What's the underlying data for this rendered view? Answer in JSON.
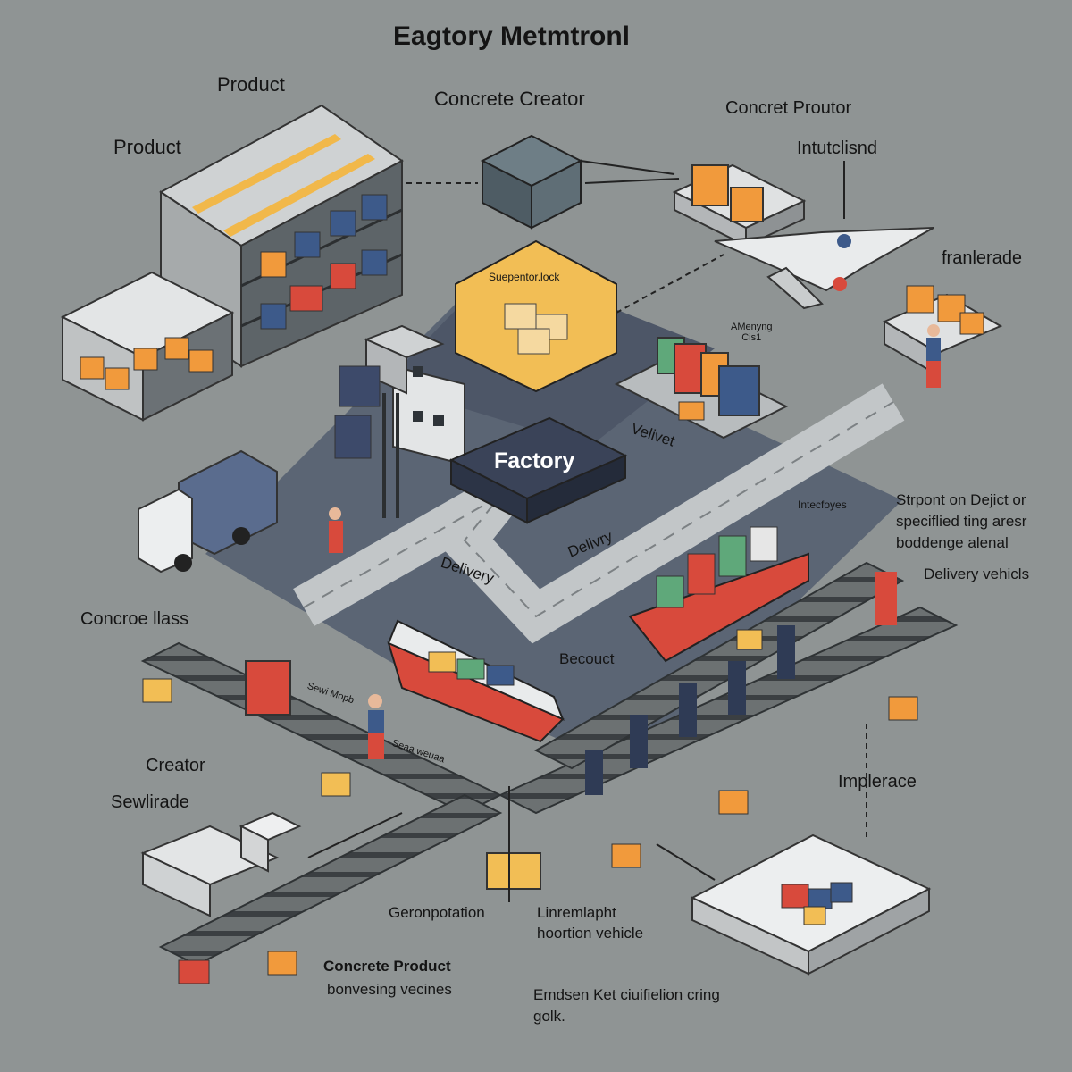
{
  "title": "Eagtory Metmtronl",
  "labels": {
    "product_top": "Product",
    "product_left": "Product",
    "concrete_creator": "Concrete Creator",
    "concret_proutor": "Concret Proutor",
    "intutclisnd": "Intutclisnd",
    "franlerade": "franlerade",
    "suepentor": "Suepentor.lock",
    "amenyng": "AMenyng\nCis1",
    "factory": "Factory",
    "velivet": "Velivet",
    "intecfoyes": "Intecfoyes",
    "strpont_line1": "Strpont on Dejict or",
    "strpont_line2": "speciflied ting aresr",
    "strpont_line3": "boddenge alenal",
    "delivery_vehicls": "Delivery vehicls",
    "delivery_left": "Delivery",
    "delivery_right": "Delivry",
    "concroe_llass": "Concroe llass",
    "becouct": "Becouct",
    "creator": "Creator",
    "sewlirade": "Sewlirade",
    "implerace": "Implerace",
    "geronpotation": "Geronpotation",
    "linremlapht_line1": "Linremlapht",
    "linremlapht_line2": "hoortion vehicle",
    "concrete_product_line1": "Concrete Product",
    "concrete_product_line2": "bonvesing vecines",
    "emdsen_line1": "Emdsen Ket ciuifielion cring",
    "emdsen_line2": "golk.",
    "track_label1": "Sewi Mopb",
    "track_label2": "Seaa weuaa"
  },
  "icons": [
    "warehouse-rack-icon",
    "cube-icon",
    "airplane-icon",
    "truck-icon",
    "cargo-ship-icon",
    "crane-icon",
    "worker-icon",
    "railway-track-icon",
    "forklift-icon",
    "conveyor-icon"
  ],
  "colors": {
    "background": "#8f9494",
    "platform": "#555f70",
    "factory": "#3a4358",
    "hexagon": "#f2be55",
    "cube": "#55636b",
    "orange": "#f19a3c",
    "red": "#d84a3c",
    "blue": "#3d5a8a",
    "green": "#5fa87a",
    "road": "#b4b8ba"
  }
}
